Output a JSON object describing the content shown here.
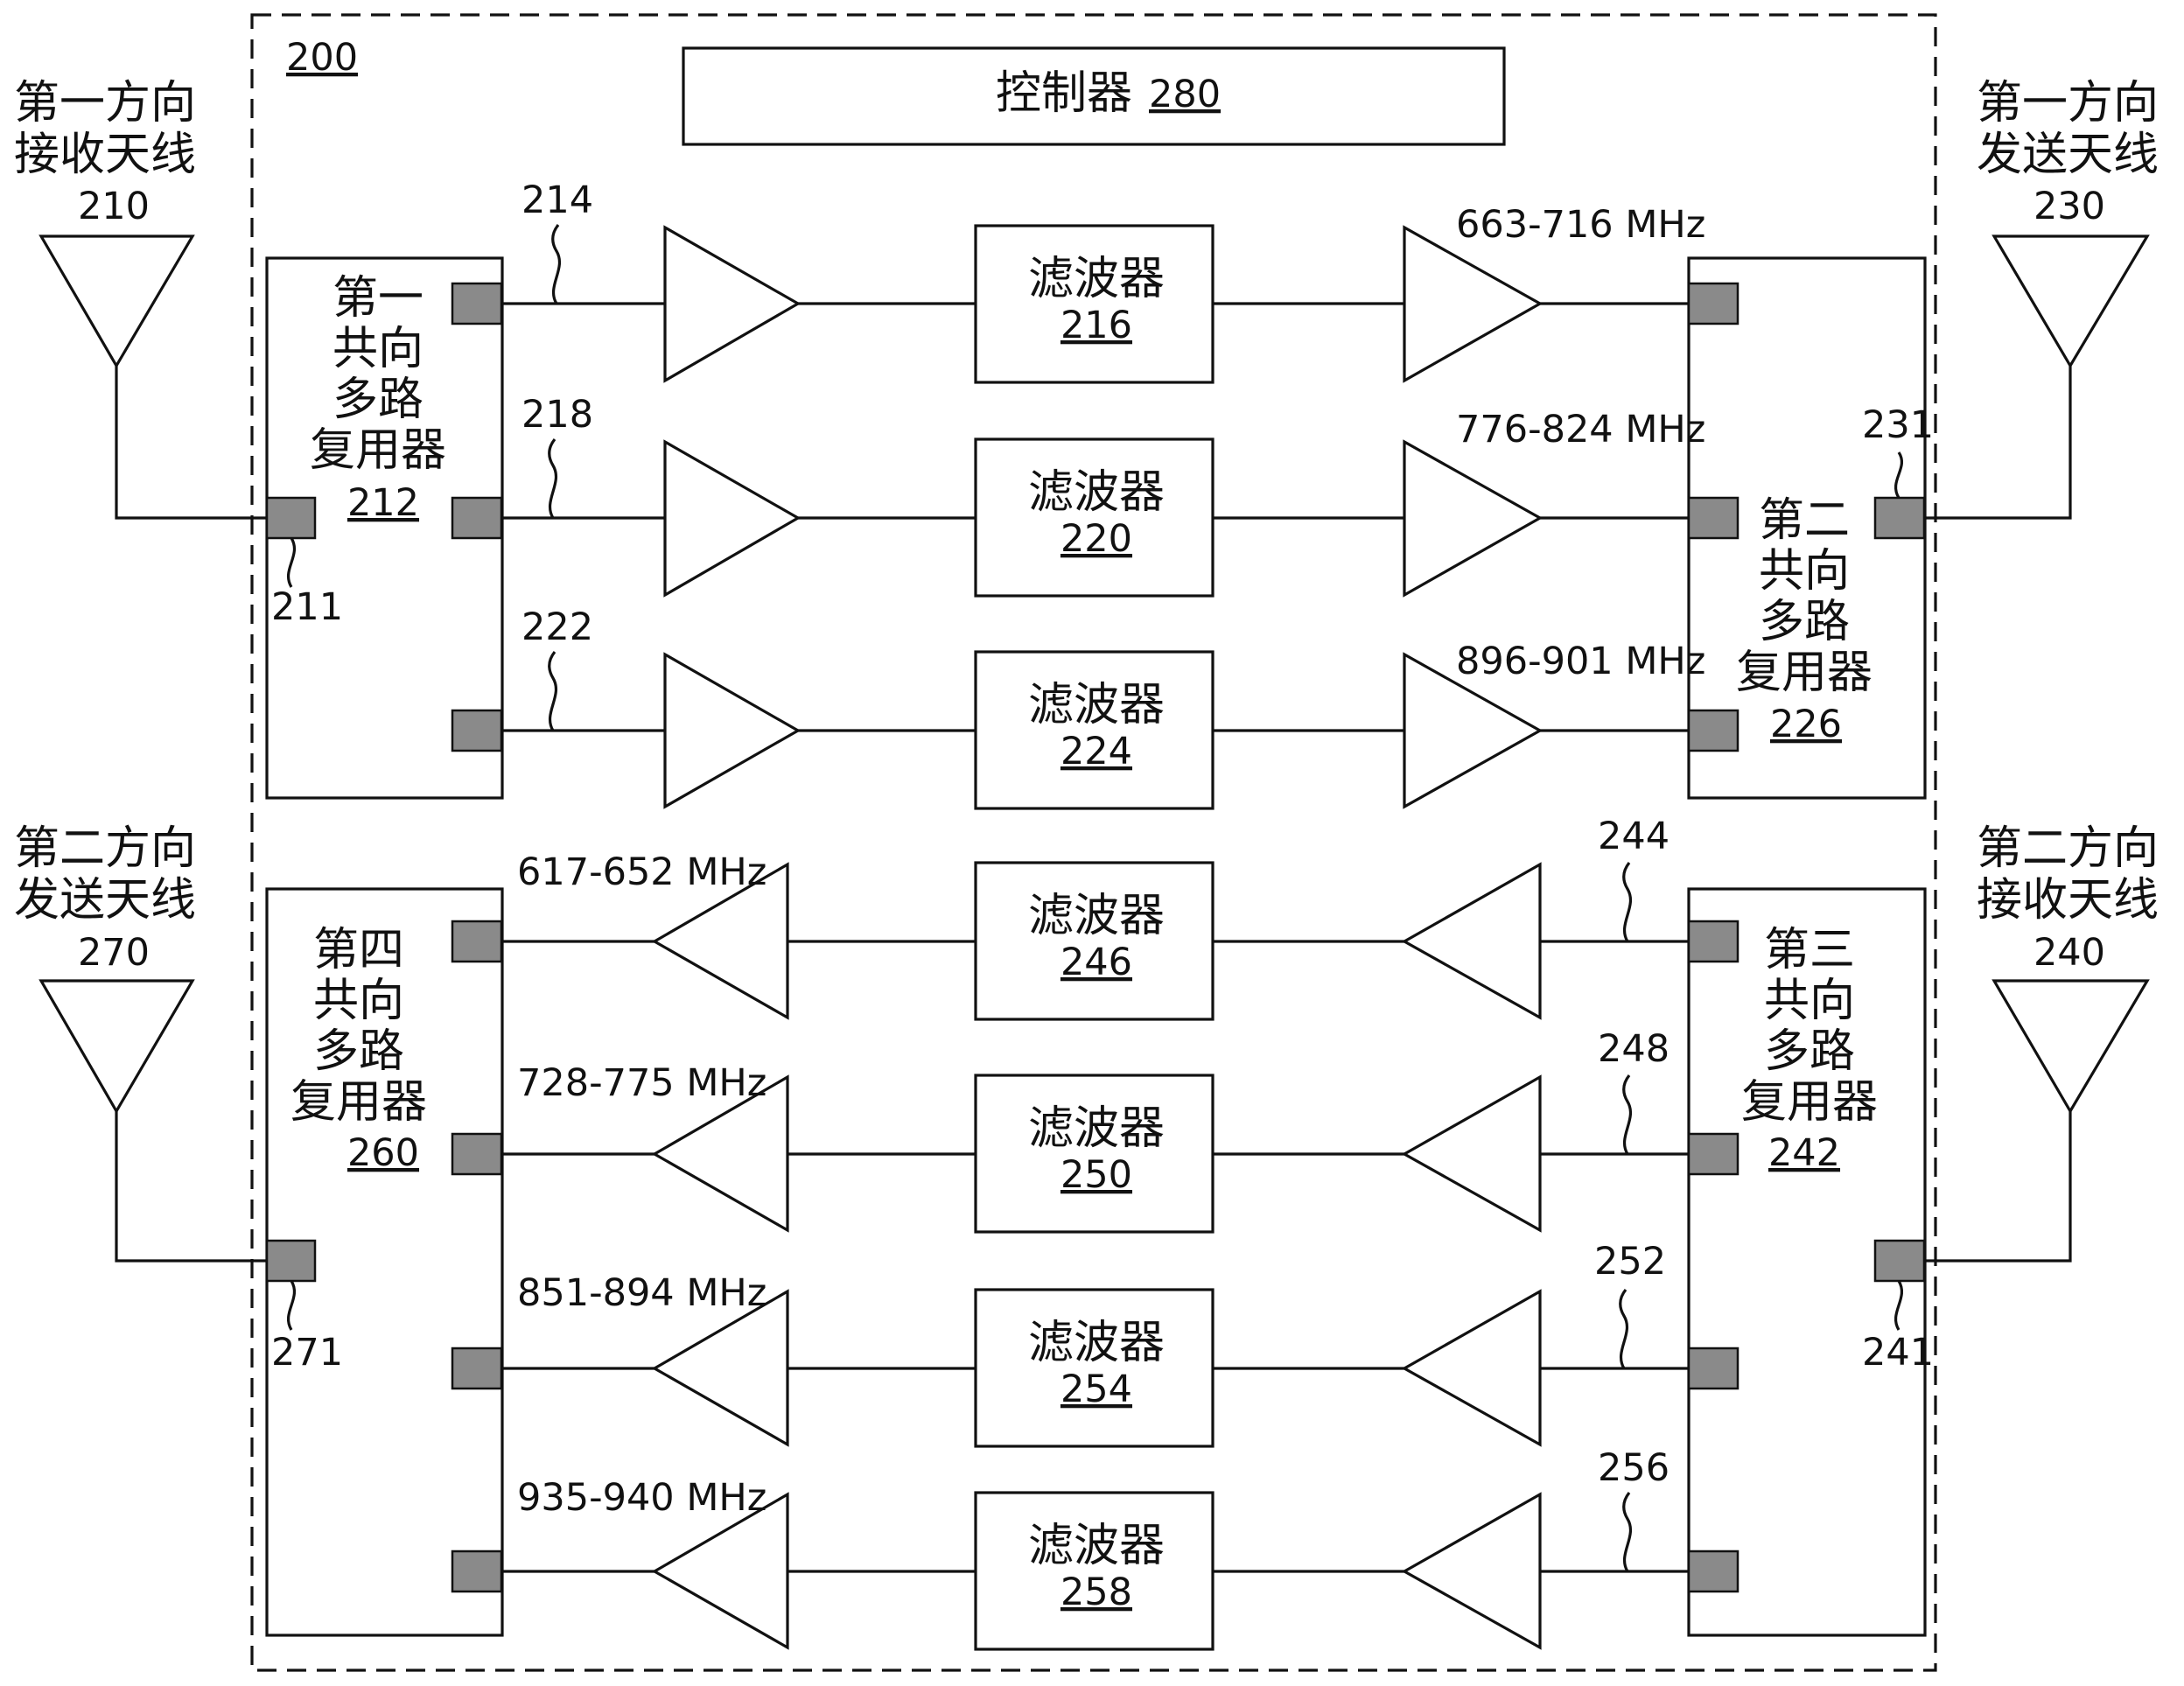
{
  "system": {
    "ref": "200"
  },
  "controller": {
    "label": "控制器",
    "ref": "280"
  },
  "antennas": {
    "rx1": {
      "line1": "第一方向",
      "line2": "接收天线",
      "ref": "210",
      "port_ref": "211"
    },
    "tx1": {
      "line1": "第一方向",
      "line2": "发送天线",
      "ref": "230",
      "port_ref": "231"
    },
    "tx2": {
      "line1": "第二方向",
      "line2": "发送天线",
      "ref": "270",
      "port_ref": "271"
    },
    "rx2": {
      "line1": "第二方向",
      "line2": "接收天线",
      "ref": "240",
      "port_ref": "241"
    }
  },
  "diplexers": {
    "d1": {
      "lines": [
        "第一",
        "共向",
        "多路",
        "复用器"
      ],
      "ref": "212"
    },
    "d2": {
      "lines": [
        "第二",
        "共向",
        "多路",
        "复用器"
      ],
      "ref": "226"
    },
    "d3": {
      "lines": [
        "第三",
        "共向",
        "多路",
        "复用器"
      ],
      "ref": "242"
    },
    "d4": {
      "lines": [
        "第四",
        "共向",
        "多路",
        "复用器"
      ],
      "ref": "260"
    }
  },
  "forward_paths": [
    {
      "signal_ref": "214",
      "filter_label": "滤波器",
      "filter_ref": "216",
      "band": "663-716 MHz"
    },
    {
      "signal_ref": "218",
      "filter_label": "滤波器",
      "filter_ref": "220",
      "band": "776-824 MHz"
    },
    {
      "signal_ref": "222",
      "filter_label": "滤波器",
      "filter_ref": "224",
      "band": "896-901 MHz"
    }
  ],
  "reverse_paths": [
    {
      "signal_ref": "244",
      "filter_label": "滤波器",
      "filter_ref": "246",
      "band": "617-652 MHz"
    },
    {
      "signal_ref": "248",
      "filter_label": "滤波器",
      "filter_ref": "250",
      "band": "728-775 MHz"
    },
    {
      "signal_ref": "252",
      "filter_label": "滤波器",
      "filter_ref": "254",
      "band": "851-894 MHz"
    },
    {
      "signal_ref": "256",
      "filter_label": "滤波器",
      "filter_ref": "258",
      "band": "935-940 MHz"
    }
  ]
}
